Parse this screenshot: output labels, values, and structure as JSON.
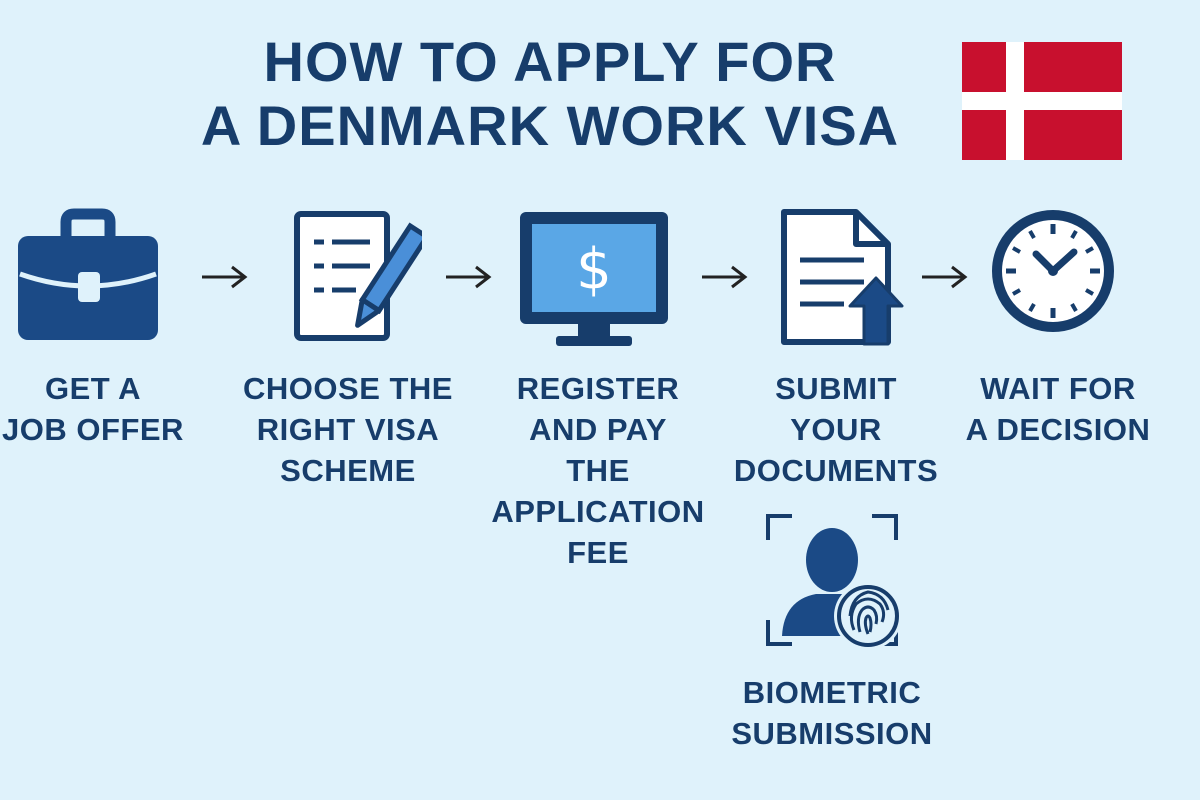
{
  "title": {
    "line1": "HOW TO APPLY FOR",
    "line2": "A DENMARK WORK VISA"
  },
  "colors": {
    "background": "#dff2fb",
    "navy": "#173d6b",
    "icon_blue": "#1b4a86",
    "screen_blue": "#5aa7e6",
    "flag_red": "#c8102e",
    "flag_white": "#ffffff"
  },
  "steps": [
    {
      "icon": "briefcase-icon",
      "lines": [
        "GET A",
        "JOB OFFER"
      ]
    },
    {
      "icon": "document-pencil-icon",
      "lines": [
        "CHOOSE THE",
        "RIGHT VISA",
        "SCHEME"
      ]
    },
    {
      "icon": "computer-dollar-icon",
      "lines": [
        "REGISTER",
        "AND PAY",
        "THE",
        "APPLICATION",
        "FEE"
      ]
    },
    {
      "icon": "document-upload-icon",
      "lines": [
        "SUBMIT",
        "YOUR",
        "DOCUMENTS"
      ]
    },
    {
      "icon": "clock-icon",
      "lines": [
        "WAIT FOR",
        "A DECISION"
      ]
    }
  ],
  "biometric": {
    "icon": "face-fingerprint-icon",
    "lines": [
      "BIOMETRIC",
      "SUBMISSION"
    ]
  },
  "arrow_icon": "right-arrow-icon",
  "flag_icon": "denmark-flag-icon",
  "dollar_symbol": "$"
}
